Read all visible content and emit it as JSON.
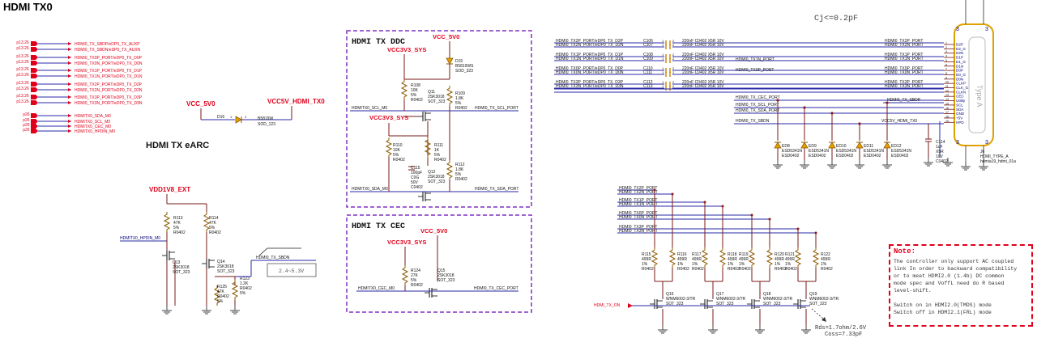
{
  "page_title": "HDMI TX0",
  "cj_note": "Cj<=0.2pF",
  "blocks": {
    "ddc": "HDMI TX DDC",
    "cec": "HDMI TX CEC",
    "earc": "HDMI TX eARC"
  },
  "left_nets": [
    {
      "ref": "p13.26",
      "name": "HDMI0_TX_SBDP/eDP0_TX_AUXP"
    },
    {
      "ref": "p13.26",
      "name": "HDMI0_TX_SBDN/eDP0_TX_AUXN"
    },
    {
      "ref": "p13.26",
      "name": "HDMI0_TX0P_PORT/eDP0_TX_D0P"
    },
    {
      "ref": "p13.26",
      "name": "HDMI0_TX0N_PORT/eDP0_TX_D0N"
    },
    {
      "ref": "p13.26",
      "name": "HDMI0_TX1P_PORT/eDP0_TX_D1P"
    },
    {
      "ref": "p13.26",
      "name": "HDMI0_TX1N_PORT/eDP0_TX_D1N"
    },
    {
      "ref": "p13.26",
      "name": "HDMI0_TX2P_PORT/eDP0_TX_D2P"
    },
    {
      "ref": "p13.26",
      "name": "HDMI0_TX2N_PORT/eDP0_TX_D2N"
    },
    {
      "ref": "p13.26",
      "name": "HDMI0_TX3P_PORT/eDP0_TX_D3P"
    },
    {
      "ref": "p13.26",
      "name": "HDMI0_TX3N_PORT/eDP0_TX_D3N"
    },
    {
      "ref": "p26",
      "name": "HDMITX0_SDA_M0"
    },
    {
      "ref": "p26",
      "name": "HDMITX0_SCL_M0"
    },
    {
      "ref": "p26",
      "name": "HDMITX0_CEC_M0"
    },
    {
      "ref": "p26",
      "name": "HDMITX0_HPDIN_M0"
    }
  ],
  "rails": {
    "vcc5v0": "VCC_5V0",
    "vcc5v_hdmi": "VCC5V_HDMI_TX0",
    "vcc3v3_sys": "VCC3V3_SYS",
    "vdd1v8": "VDD1V8_EXT",
    "vcc5v_hdmi_net": "VCC5V_HDMI_TX0"
  },
  "earc": {
    "d16_ref": "D16",
    "d16_part": "B5819W",
    "d16_pkg": "SOD_123",
    "pin1": "1",
    "pin2": "2"
  },
  "ddc": {
    "scl_in": "HDMITX0_SCL_M0",
    "scl_out": "HDMI0_TX_SCL_PORT",
    "sda_in": "HDMITX0_SDA_M0",
    "sda_out": "HDMI0_TX_SDA_PORT",
    "d15": [
      "D15",
      "B5819WS",
      "SOD_323"
    ],
    "r108": [
      "R108",
      "10K",
      "5%",
      "R0402"
    ],
    "q11": [
      "Q11",
      "2SK3018",
      "SOT_323"
    ],
    "r109": [
      "R109",
      "1.8K",
      "5%",
      "R0402"
    ],
    "r110": [
      "R110",
      "10K",
      "5%",
      "R0402"
    ],
    "r111": [
      "R111",
      "1K",
      "5%",
      "R0402"
    ],
    "c115": [
      "C115",
      "100pF",
      "C0G",
      "50V",
      "C0402"
    ],
    "q12": [
      "Q12",
      "2SK3018",
      "SOT_323"
    ],
    "r112": [
      "R112",
      "1.8K",
      "5%",
      "R0402"
    ]
  },
  "cec": {
    "cec_in": "HDMITX0_CEC_M0",
    "cec_out": "HDMI0_TX_CEC_PORT",
    "r124": [
      "R124",
      "27K",
      "5%",
      "R0402"
    ],
    "q15": [
      "Q15",
      "2SK3018",
      "SOT_323"
    ]
  },
  "hpd": {
    "hpd_in": "HDMITX0_HPDIN_M0",
    "sbdn": "HDMI0_TX_SBDN",
    "range": "2.4~5.3V",
    "r113": [
      "R113",
      "47K",
      "5%",
      "R0402"
    ],
    "r114": [
      "R114",
      "47K",
      "5%",
      "R0402"
    ],
    "q13": [
      "Q13",
      "2SK3018",
      "SOT_323"
    ],
    "q14": [
      "Q14",
      "2SK3018",
      "SOT_323"
    ],
    "r123": [
      "R123",
      "1.2K",
      "R0402",
      "5%"
    ],
    "r125": [
      "R125",
      "47K",
      "R0402",
      "5%"
    ]
  },
  "coupling": [
    {
      "left": "HDMI0_TX2P_PORT/eDP0_TX_D2P",
      "ref": "C106",
      "part": "220nF C0402 X5R 10V",
      "right": "HDMI0_TX2P_PORT"
    },
    {
      "left": "HDMI0_TX2N_PORT/eDP0_TX_D2N",
      "ref": "C107",
      "part": "220nF C0402 X5R 10V",
      "right": "HDMI0_TX2N_PORT"
    },
    {
      "left": "HDMI0_TX1P_PORT/eDP0_TX_D1P",
      "ref": "C108",
      "part": "220nF C0402 X5R 10V",
      "right": "HDMI0_TX1P_PORT"
    },
    {
      "left": "HDMI0_TX1N_PORT/eDP0_TX_D1N",
      "ref": "C109",
      "part": "220nF C0402 X5R 10V",
      "right": "HDMI0_TX1N_PORT"
    },
    {
      "left": "HDMI0_TX0P_PORT/eDP0_TX_D0P",
      "ref": "C110",
      "part": "220nF C0402 X5R 10V",
      "right": "HDMI0_TX0P_PORT"
    },
    {
      "left": "HDMI0_TX0N_PORT/eDP0_TX_D0N",
      "ref": "C111",
      "part": "220nF C0402 X5R 10V",
      "right": "HDMI0_TX0N_PORT"
    },
    {
      "left": "HDMI0_TX3P_PORT/eDP0_TX_D3P",
      "ref": "C112",
      "part": "220nF C0402 X5R 10V",
      "right": "HDMI0_TX3P_PORT"
    },
    {
      "left": "HDMI0_TX3N_PORT/eDP0_TX_D3N",
      "ref": "C113",
      "part": "220nF C0402 X5R 10V",
      "right": "HDMI0_TX3N_PORT"
    }
  ],
  "mid_nets": [
    "HDMI0_TX1N_PORT",
    "HDMI0_TX0P_PORT"
  ],
  "connector": {
    "ref": "J6",
    "part": "HDMI_TYPE_A",
    "pkg": "hdmia19_hdmi_01a",
    "label": "Type A",
    "pins": [
      "D2P",
      "D2_G",
      "D2N",
      "D1P",
      "D1_G",
      "D1N",
      "D0P",
      "D0_G",
      "D0N",
      "CLKP",
      "CLK_G",
      "CLKN",
      "CEC",
      "Utility",
      "SCL",
      "SDA",
      "GND",
      "+5V",
      "HPD"
    ],
    "nets": [
      "HDMI0_TX_CEC_PORT",
      "HDMI0_TX_SBDP",
      "HDMI0_TX_SCL_PORT",
      "HDMI0_TX_SDA_PORT",
      "HDMI0_TX_SBDN",
      "VCC5V_HDMI_TX0"
    ]
  },
  "esd": [
    {
      "ref": "ED8",
      "part": "ESD5341N",
      "pkg": "ESD0402"
    },
    {
      "ref": "ED9",
      "part": "ESD5341N",
      "pkg": "ESD0402"
    },
    {
      "ref": "ED10",
      "part": "ESD5341N",
      "pkg": "ESD0402"
    },
    {
      "ref": "ED11",
      "part": "ESD5341N",
      "pkg": "ESD0402"
    },
    {
      "ref": "ED12",
      "part": "ESD5341N",
      "pkg": "ESD0402"
    }
  ],
  "c114": [
    "C114",
    "1uF",
    "X5R",
    "10V",
    "C0402"
  ],
  "term_nets": [
    "HDMI0_TX2P_PORT",
    "HDMI0_TX2N_PORT",
    "HDMI0_TX1P_PORT",
    "HDMI0_TX1N_PORT",
    "HDMI0_TX0P_PORT",
    "HDMI0_TX0N_PORT",
    "HDMI0_TX3P_PORT",
    "HDMI0_TX3N_PORT"
  ],
  "term_res": [
    {
      "ref": "R115",
      "val": "499R",
      "tol": "1%",
      "pkg": "R0402"
    },
    {
      "ref": "R116",
      "val": "499R",
      "tol": "1%",
      "pkg": "R0402"
    },
    {
      "ref": "R117",
      "val": "499R",
      "tol": "1%",
      "pkg": "R0402"
    },
    {
      "ref": "R118",
      "val": "499R",
      "tol": "1%",
      "pkg": "R0402"
    },
    {
      "ref": "R119",
      "val": "499R",
      "tol": "1%",
      "pkg": "R0402"
    },
    {
      "ref": "R120",
      "val": "499R",
      "tol": "1%",
      "pkg": "R0402"
    },
    {
      "ref": "R121",
      "val": "499R",
      "tol": "1%",
      "pkg": "R0402"
    },
    {
      "ref": "R122",
      "val": "499R",
      "tol": "1%",
      "pkg": "R0402"
    }
  ],
  "term_fets": [
    {
      "ref": "Q16",
      "part": "WNM6002-3/TR",
      "pkg": "SOT_323"
    },
    {
      "ref": "Q17",
      "part": "WNM6002-3/TR",
      "pkg": "SOT_323"
    },
    {
      "ref": "Q18",
      "part": "WNM6002-3/TR",
      "pkg": "SOT_323"
    },
    {
      "ref": "Q19",
      "part": "WNM6002-3/TR",
      "pkg": "SOT_323"
    }
  ],
  "term_ctrl": "HDMI_TX_ON",
  "rds": [
    "Rds=1.7ohm/2.6V",
    "Coss=7.33pF"
  ],
  "note": {
    "title": "Note:",
    "lines": [
      "The controller only support AC coupled",
      "link In order to backward compatibility",
      "or to meet HDMI2.0 (1.4b) DC common",
      "mode spec and VoffL need do R based",
      "level-shift.",
      "",
      "Switch on in HDMI2.0(TMDS) mode",
      "Switch off in HDMI2.1(FRL) mode"
    ]
  }
}
